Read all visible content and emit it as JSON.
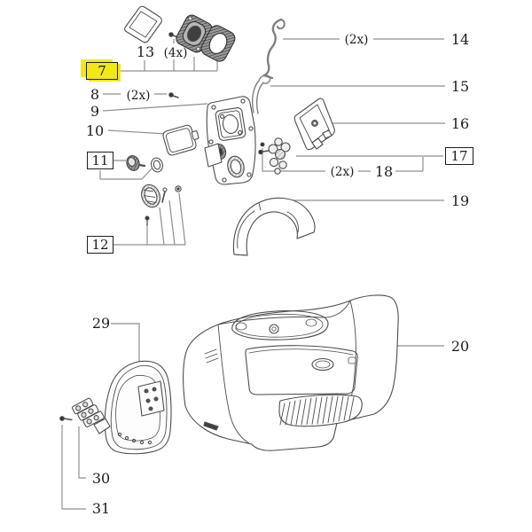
{
  "diagram": {
    "background_color": "#ffffff",
    "line_color": "#8f8f8f",
    "part_stroke_color": "#4d4d4d",
    "text_color": "#1c1c1c",
    "highlight_color": "#f2e816",
    "callouts": {
      "c7": {
        "label": "7",
        "style": "box-highlighted"
      },
      "c8": {
        "label": "8",
        "qty": "(2x)"
      },
      "c9": {
        "label": "9"
      },
      "c10": {
        "label": "10"
      },
      "c11": {
        "label": "11",
        "style": "boxed"
      },
      "c12": {
        "label": "12",
        "style": "boxed"
      },
      "c13": {
        "label": "13",
        "qty": "(4x)"
      },
      "c14": {
        "label": "14",
        "qty": "(2x)"
      },
      "c15": {
        "label": "15"
      },
      "c16": {
        "label": "16"
      },
      "c17": {
        "label": "17",
        "style": "boxed"
      },
      "c18": {
        "label": "18",
        "qty": "(2x)"
      },
      "c19": {
        "label": "19"
      },
      "c20": {
        "label": "20"
      },
      "c29": {
        "label": "29"
      },
      "c30": {
        "label": "30"
      },
      "c31": {
        "label": "31"
      }
    }
  }
}
